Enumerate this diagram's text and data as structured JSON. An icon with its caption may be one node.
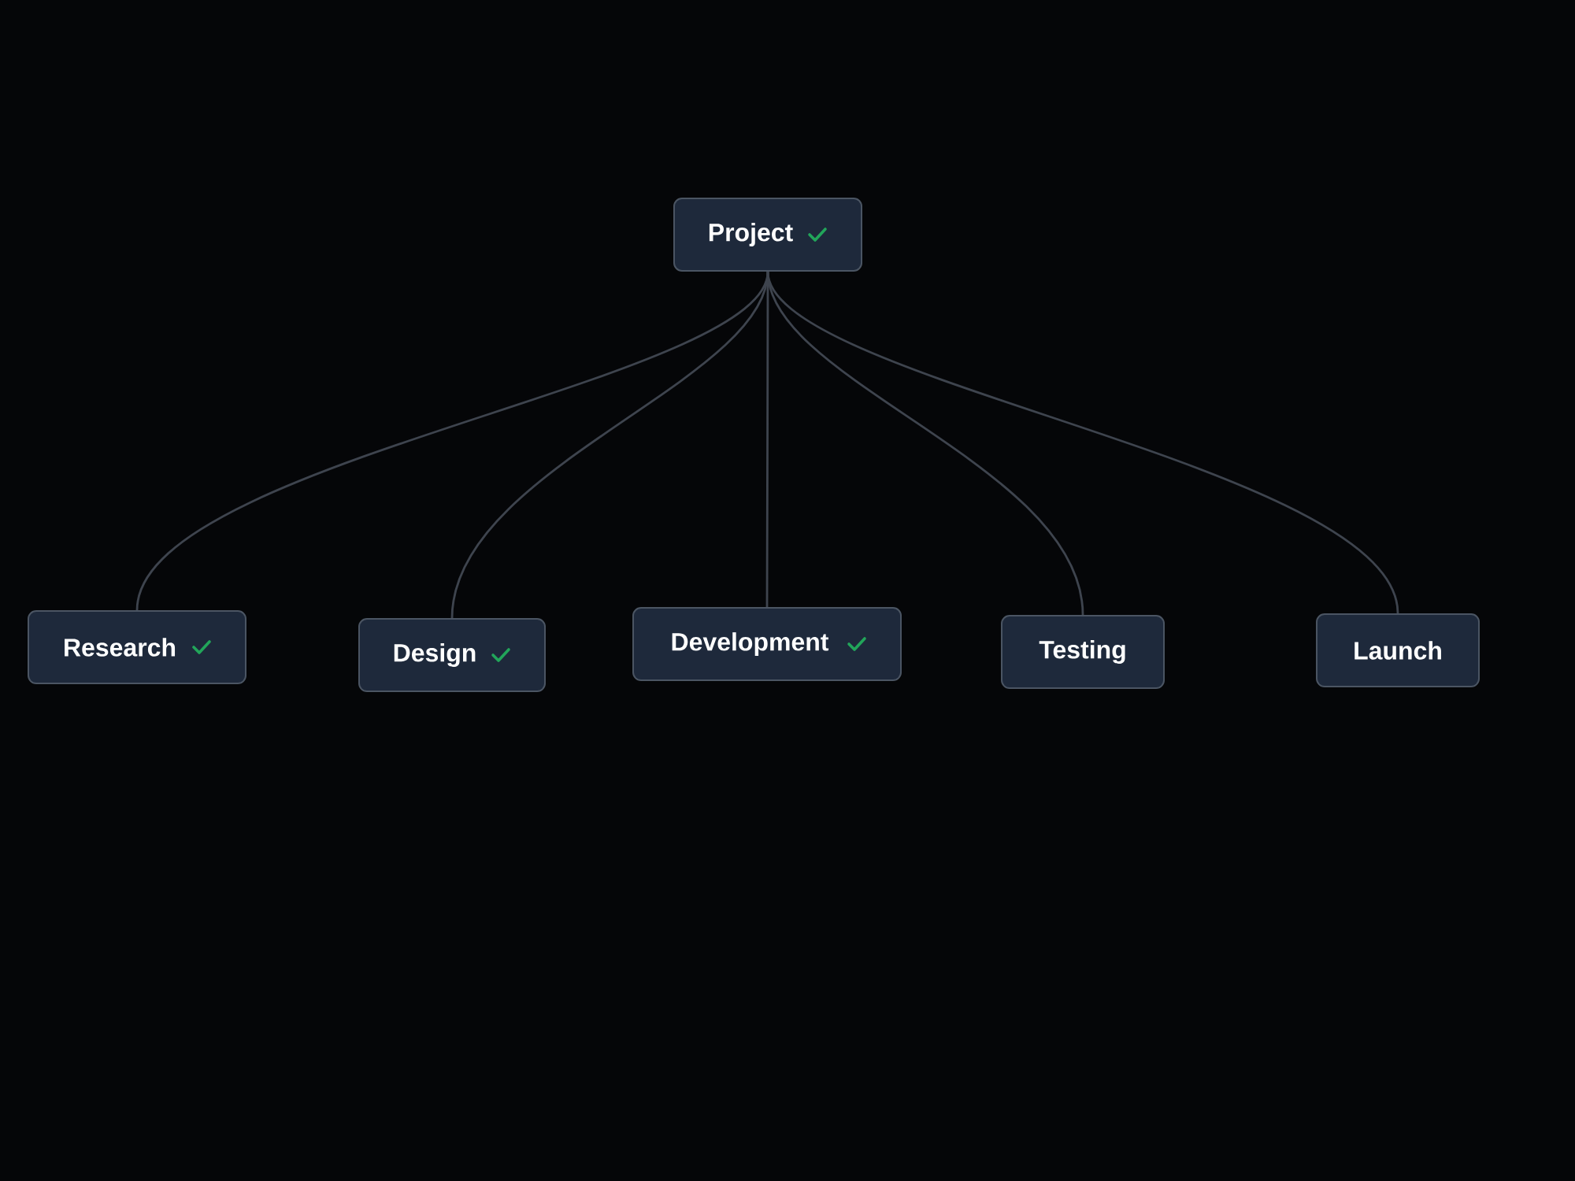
{
  "diagram": {
    "nodes": [
      {
        "text": [
          "Project"
        ]
      },
      {
        "text": [
          "Research"
        ]
      },
      {
        "text": [
          "Design"
        ]
      },
      {
        "text": [
          "Development"
        ]
      },
      {
        "text": [
          "Testing"
        ]
      },
      {
        "text": [
          "Launch"
        ]
      }
    ],
    "edges": [
      {
        "from": 0,
        "to": 1,
        "arrow": "none"
      },
      {
        "from": 0,
        "to": 2,
        "arrow": "none"
      },
      {
        "from": 0,
        "to": 3,
        "arrow": "none"
      },
      {
        "from": 0,
        "to": 4,
        "arrow": "none"
      },
      {
        "from": 0,
        "to": 5,
        "arrow": "none"
      }
    ]
  }
}
